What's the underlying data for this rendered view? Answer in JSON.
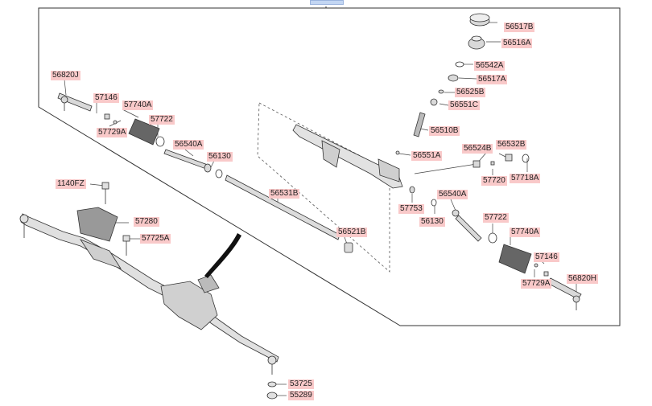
{
  "colors": {
    "label_bg": "#f9c9c9",
    "line": "#333333",
    "part_fill": "#d9d9d9",
    "part_dark": "#8a8a8a"
  },
  "labels": {
    "p56517B": "56517B",
    "p56516A": "56516A",
    "p56542A": "56542A",
    "p56517A": "56517A",
    "p56525B": "56525B",
    "p56551C": "56551C",
    "p56510B": "56510B",
    "p56551A": "56551A",
    "p56524B": "56524B",
    "p56532B": "56532B",
    "p57720": "57720",
    "p57718A": "57718A",
    "p56820J": "56820J",
    "p57146_l": "57146",
    "p57740A_l": "57740A",
    "p57722_l": "57722",
    "p57729A_l": "57729A",
    "p56540A_l": "56540A",
    "p56130_l": "56130",
    "p56531B": "56531B",
    "p56521B": "56521B",
    "p57753": "57753",
    "p56540A_r": "56540A",
    "p56130_r": "56130",
    "p57722_r": "57722",
    "p57740A_r": "57740A",
    "p57146_r": "57146",
    "p57729A_r": "57729A",
    "p56820H": "56820H",
    "p1140FZ": "1140FZ",
    "p57280": "57280",
    "p57725A": "57725A",
    "p53725": "53725",
    "p55289": "55289"
  }
}
